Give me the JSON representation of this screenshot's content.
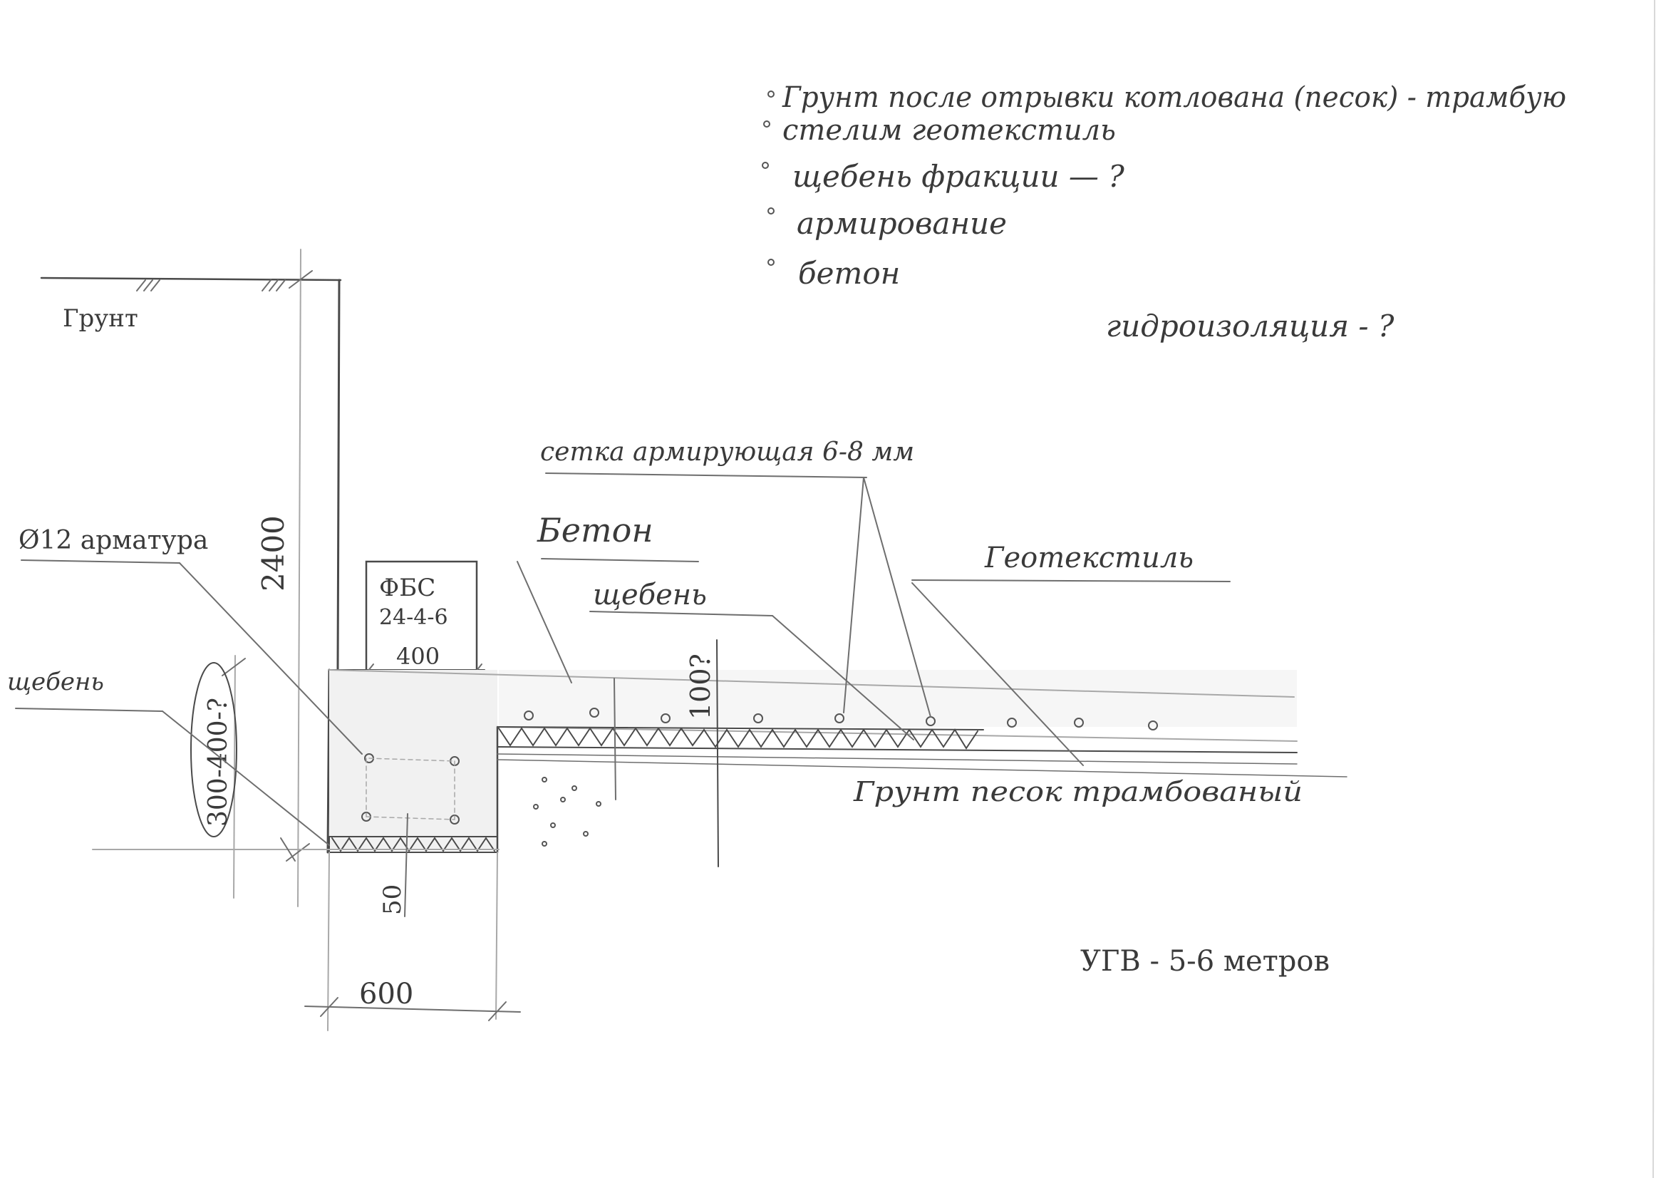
{
  "notes": {
    "steps": [
      "Грунт после отрывки котлована (песок) - трамбую",
      "стелим геотекстиль",
      "щебень фракции — ?",
      "армирование",
      "бетон"
    ],
    "waterproofing": "гидроизоляция - ?"
  },
  "drawing": {
    "ground_label": "Грунт",
    "wall_height": "2400",
    "block_name": "ФБС",
    "block_size": "24-4-6",
    "block_width": "400",
    "rebar_label": "Ø12 арматура",
    "gravel_left_label": "щебень",
    "footing_depth": "300-400-?",
    "footing_width": "600",
    "gravel_bed": "50",
    "mesh_label": "сетка армирующая 6-8 мм",
    "concrete_label": "Бетон",
    "gravel_label": "щебень",
    "geotextile_label": "Геотекстиль",
    "slab_thickness": "100?",
    "sand_label": "Грунт песок трамбованый",
    "groundwater_label": "УГВ - 5-6 метров"
  }
}
